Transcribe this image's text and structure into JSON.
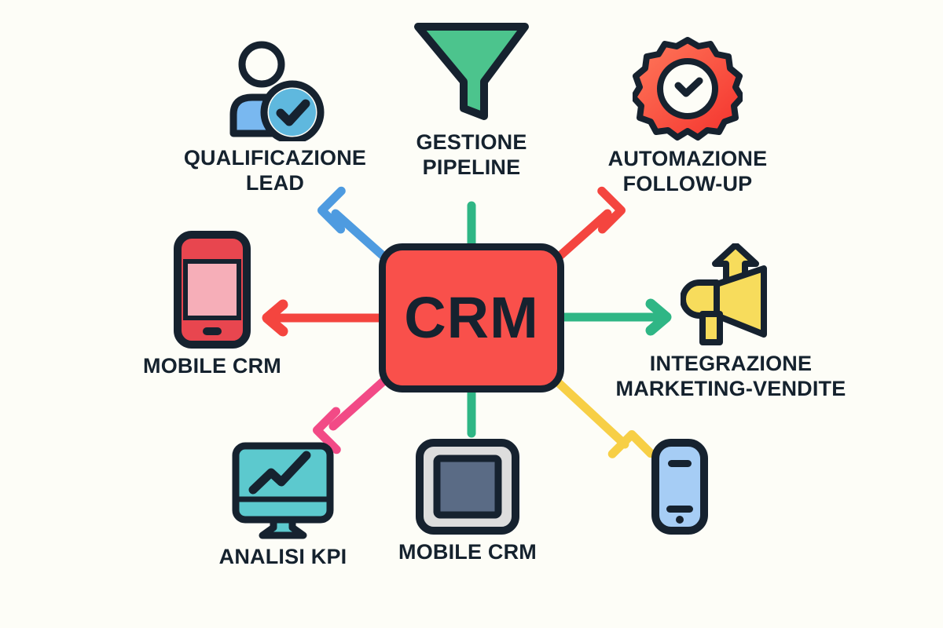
{
  "diagram": {
    "title": "CRM",
    "background_color": "#FDFDF7",
    "ink_color": "#16222F",
    "hub": {
      "label": "CRM",
      "fill": "#F9504B",
      "stroke": "#16222F"
    },
    "nodes": [
      {
        "id": "qualificazione-lead",
        "label": "QUALIFICAZIONE\nLEAD",
        "icon": "user-check-icon",
        "color": "#79B8F0"
      },
      {
        "id": "gestione-pipeline",
        "label": "GESTIONE\nPIPELINE",
        "icon": "funnel-icon",
        "color": "#4CC48D"
      },
      {
        "id": "automazione-followup",
        "label": "AUTOMAZIONE\nFOLLOW-UP",
        "icon": "gear-clock-icon",
        "color": "#F4453F"
      },
      {
        "id": "mobile-crm-left",
        "label": "MOBILE CRM",
        "icon": "smartphone-pink-icon",
        "color": "#F4A3AE"
      },
      {
        "id": "integrazione-marketing-vendite",
        "label": "INTEGRAZIONE\nMARKETING-VENDITE",
        "icon": "megaphone-growth-icon",
        "color": "#F7DC5C"
      },
      {
        "id": "analisi-kpi",
        "label": "ANALISI KPI",
        "icon": "monitor-chart-icon",
        "color": "#5CC9CE"
      },
      {
        "id": "mobile-crm-bottom",
        "label": "MOBILE CRM",
        "icon": "tablet-device-icon",
        "color": "#5A6B85"
      },
      {
        "id": "phone-blue",
        "label": "",
        "icon": "smartphone-blue-icon",
        "color": "#A6CDF5"
      }
    ],
    "connectors": [
      {
        "id": "hub-to-qualificazione-lead",
        "color": "#4E9BE0",
        "direction": "up-left",
        "arrowhead": true
      },
      {
        "id": "hub-to-gestione-pipeline",
        "color": "#2FB685",
        "direction": "up",
        "arrowhead": false
      },
      {
        "id": "hub-to-automazione",
        "color": "#F4453F",
        "direction": "up-right",
        "arrowhead": true
      },
      {
        "id": "hub-to-mobile-crm-left",
        "color": "#F4453F",
        "direction": "left",
        "arrowhead": true
      },
      {
        "id": "hub-to-integrazione",
        "color": "#2FB685",
        "direction": "right",
        "arrowhead": true
      },
      {
        "id": "hub-to-analisi-kpi",
        "color": "#F24A86",
        "direction": "down-left",
        "arrowhead": true
      },
      {
        "id": "hub-to-mobile-crm-bottom",
        "color": "#2FB685",
        "direction": "down",
        "arrowhead": false
      },
      {
        "id": "hub-to-phone-blue",
        "color": "#F7CF46",
        "direction": "down-right",
        "arrowhead": true
      }
    ]
  }
}
